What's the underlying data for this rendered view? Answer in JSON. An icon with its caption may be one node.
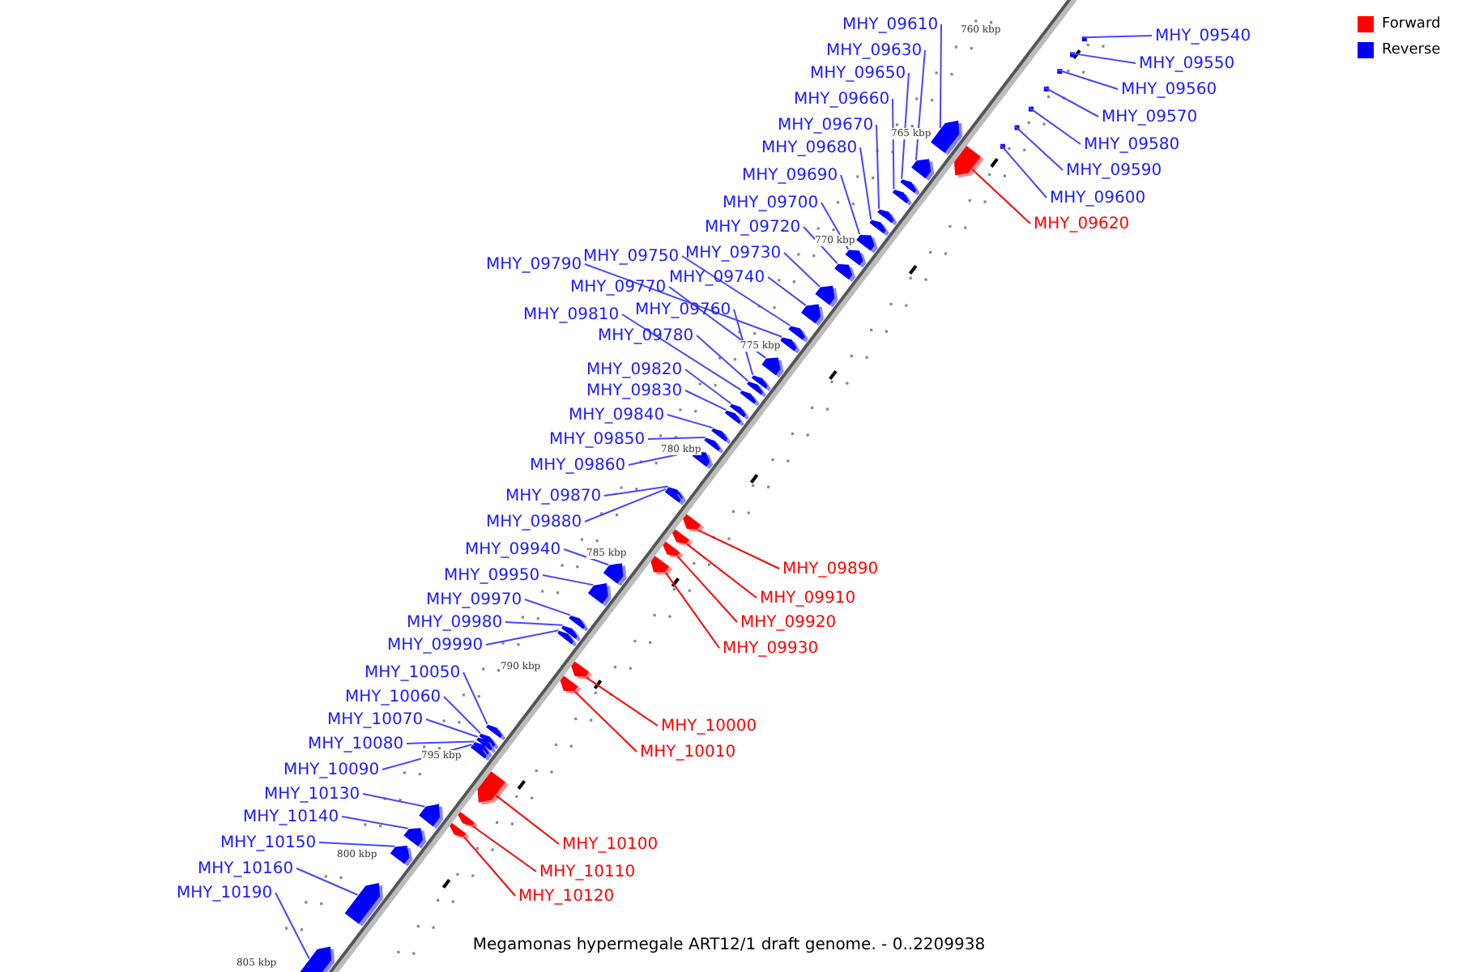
{
  "diagram": {
    "caption": "Megamonas hypermegale ART12/1 draft genome. - 0..2209938",
    "nodes": [
      {
        "text": [
          "MHY_09610"
        ]
      },
      {
        "text": [
          "MHY_09540"
        ]
      },
      {
        "text": [
          "MHY_09630"
        ]
      },
      {
        "text": [
          "MHY_09550"
        ]
      },
      {
        "text": [
          "MHY_09650"
        ]
      },
      {
        "text": [
          "MHY_09560"
        ]
      },
      {
        "text": [
          "MHY_09660"
        ]
      },
      {
        "text": [
          "MHY_09570"
        ]
      },
      {
        "text": [
          "MHY_09670"
        ]
      },
      {
        "text": [
          "MHY_09580"
        ]
      },
      {
        "text": [
          "MHY_09680"
        ]
      },
      {
        "text": [
          "MHY_09590"
        ]
      },
      {
        "text": [
          "MHY_09690"
        ]
      },
      {
        "text": [
          "MHY_09600"
        ]
      },
      {
        "text": [
          "MHY_09700"
        ]
      },
      {
        "text": [
          "MHY_09620"
        ]
      },
      {
        "text": [
          "MHY_09720"
        ]
      },
      {
        "text": [
          "MHY_09730"
        ]
      },
      {
        "text": [
          "MHY_09750"
        ]
      },
      {
        "text": [
          "MHY_09790"
        ]
      },
      {
        "text": [
          "MHY_09740"
        ]
      },
      {
        "text": [
          "MHY_09770"
        ]
      },
      {
        "text": [
          "MHY_09760"
        ]
      },
      {
        "text": [
          "MHY_09810"
        ]
      },
      {
        "text": [
          "MHY_09780"
        ]
      },
      {
        "text": [
          "MHY_09820"
        ]
      },
      {
        "text": [
          "MHY_09830"
        ]
      },
      {
        "text": [
          "MHY_09840"
        ]
      },
      {
        "text": [
          "MHY_09850"
        ]
      },
      {
        "text": [
          "MHY_09860"
        ]
      },
      {
        "text": [
          "MHY_09870"
        ]
      },
      {
        "text": [
          "MHY_09880"
        ]
      },
      {
        "text": [
          "MHY_09890"
        ]
      },
      {
        "text": [
          "MHY_09940"
        ]
      },
      {
        "text": [
          "MHY_09950"
        ]
      },
      {
        "text": [
          "MHY_09910"
        ]
      },
      {
        "text": [
          "MHY_09970"
        ]
      },
      {
        "text": [
          "MHY_09920"
        ]
      },
      {
        "text": [
          "MHY_09980"
        ]
      },
      {
        "text": [
          "MHY_09990"
        ]
      },
      {
        "text": [
          "MHY_09930"
        ]
      },
      {
        "text": [
          "MHY_10050"
        ]
      },
      {
        "text": [
          "MHY_10060"
        ]
      },
      {
        "text": [
          "MHY_10070"
        ]
      },
      {
        "text": [
          "MHY_10000"
        ]
      },
      {
        "text": [
          "MHY_10080"
        ]
      },
      {
        "text": [
          "MHY_10010"
        ]
      },
      {
        "text": [
          "MHY_10090"
        ]
      },
      {
        "text": [
          "MHY_10130"
        ]
      },
      {
        "text": [
          "MHY_10140"
        ]
      },
      {
        "text": [
          "MHY_10150"
        ]
      },
      {
        "text": [
          "MHY_10100"
        ]
      },
      {
        "text": [
          "MHY_10160"
        ]
      },
      {
        "text": [
          "MHY_10110"
        ]
      },
      {
        "text": [
          "MHY_10190"
        ]
      },
      {
        "text": [
          "MHY_10120"
        ]
      },
      {
        "text": [],
        "shape": "arrow"
      },
      {
        "text": [],
        "shape": "square"
      },
      {
        "text": [],
        "shape": "arrow"
      },
      {
        "text": [],
        "shape": "square"
      },
      {
        "text": [],
        "shape": "arrow"
      },
      {
        "text": [],
        "shape": "square"
      },
      {
        "text": [],
        "shape": "arrow"
      },
      {
        "text": [],
        "shape": "square"
      },
      {
        "text": [],
        "shape": "arrow"
      },
      {
        "text": [],
        "shape": "square"
      },
      {
        "text": [],
        "shape": "arrow"
      },
      {
        "text": [],
        "shape": "square"
      },
      {
        "text": [],
        "shape": "arrow"
      },
      {
        "text": [],
        "shape": "square"
      },
      {
        "text": [],
        "shape": "arrow"
      },
      {
        "text": [],
        "shape": "arrow"
      },
      {
        "text": [],
        "shape": "arrow"
      },
      {
        "text": [],
        "shape": "arrow"
      },
      {
        "text": [],
        "shape": "arrow"
      },
      {
        "text": [],
        "shape": "arrow"
      },
      {
        "text": [],
        "shape": "arrow"
      },
      {
        "text": [],
        "shape": "arrow"
      },
      {
        "text": [],
        "shape": "arrow"
      },
      {
        "text": [],
        "shape": "arrow"
      },
      {
        "text": [],
        "shape": "arrow"
      },
      {
        "text": [],
        "shape": "arrow"
      },
      {
        "text": [],
        "shape": "arrow"
      },
      {
        "text": [],
        "shape": "arrow"
      },
      {
        "text": [],
        "shape": "arrow"
      },
      {
        "text": [],
        "shape": "arrow"
      },
      {
        "text": [],
        "shape": "arrow"
      },
      {
        "text": [],
        "shape": "arrow"
      },
      {
        "text": [],
        "shape": "arrow"
      },
      {
        "text": [],
        "shape": "arrow"
      },
      {
        "text": [],
        "shape": "arrow"
      },
      {
        "text": [],
        "shape": "arrow"
      },
      {
        "text": [],
        "shape": "arrow"
      },
      {
        "text": [],
        "shape": "arrow"
      },
      {
        "text": [],
        "shape": "arrow"
      },
      {
        "text": [],
        "shape": "arrow"
      },
      {
        "text": [],
        "shape": "arrow"
      },
      {
        "text": [],
        "shape": "arrow"
      },
      {
        "text": [],
        "shape": "arrow"
      },
      {
        "text": [],
        "shape": "arrow"
      },
      {
        "text": [],
        "shape": "arrow"
      },
      {
        "text": [],
        "shape": "arrow"
      },
      {
        "text": [],
        "shape": "arrow"
      },
      {
        "text": [],
        "shape": "arrow"
      },
      {
        "text": [],
        "shape": "arrow"
      },
      {
        "text": [],
        "shape": "arrow"
      },
      {
        "text": [],
        "shape": "arrow"
      },
      {
        "text": [],
        "shape": "arrow"
      },
      {
        "text": [],
        "shape": "arrow"
      },
      {
        "text": [],
        "shape": "arrow"
      },
      {
        "text": [],
        "shape": "arrow"
      },
      {
        "text": [],
        "shape": "arrow"
      }
    ],
    "edges": [
      {
        "from": 0,
        "to": 56,
        "arrow": "none"
      },
      {
        "from": 1,
        "to": 57,
        "arrow": "none"
      },
      {
        "from": 2,
        "to": 58,
        "arrow": "none"
      },
      {
        "from": 3,
        "to": 59,
        "arrow": "none"
      },
      {
        "from": 4,
        "to": 60,
        "arrow": "none"
      },
      {
        "from": 5,
        "to": 61,
        "arrow": "none"
      },
      {
        "from": 6,
        "to": 62,
        "arrow": "none"
      },
      {
        "from": 7,
        "to": 63,
        "arrow": "none"
      },
      {
        "from": 8,
        "to": 64,
        "arrow": "none"
      },
      {
        "from": 9,
        "to": 65,
        "arrow": "none"
      },
      {
        "from": 10,
        "to": 66,
        "arrow": "none"
      },
      {
        "from": 11,
        "to": 67,
        "arrow": "none"
      },
      {
        "from": 12,
        "to": 68,
        "arrow": "none"
      },
      {
        "from": 13,
        "to": 69,
        "arrow": "none"
      },
      {
        "from": 14,
        "to": 70,
        "arrow": "none"
      },
      {
        "from": 15,
        "to": 71,
        "arrow": "none",
        "color": "#ff0000"
      },
      {
        "from": 16,
        "to": 72,
        "arrow": "none"
      },
      {
        "from": 17,
        "to": 73,
        "arrow": "none"
      },
      {
        "from": 18,
        "to": 74,
        "arrow": "none"
      },
      {
        "from": 19,
        "to": 75,
        "arrow": "none"
      },
      {
        "from": 20,
        "to": 76,
        "arrow": "none"
      },
      {
        "from": 21,
        "to": 77,
        "arrow": "none"
      },
      {
        "from": 22,
        "to": 78,
        "arrow": "none"
      },
      {
        "from": 23,
        "to": 79,
        "arrow": "none"
      },
      {
        "from": 24,
        "to": 80,
        "arrow": "none"
      },
      {
        "from": 25,
        "to": 81,
        "arrow": "none"
      },
      {
        "from": 26,
        "to": 82,
        "arrow": "none"
      },
      {
        "from": 27,
        "to": 83,
        "arrow": "none"
      },
      {
        "from": 28,
        "to": 84,
        "arrow": "none"
      },
      {
        "from": 29,
        "to": 85,
        "arrow": "none"
      },
      {
        "from": 30,
        "to": 86,
        "arrow": "none"
      },
      {
        "from": 31,
        "to": 87,
        "arrow": "none"
      },
      {
        "from": 32,
        "to": 88,
        "arrow": "none",
        "color": "#ff0000"
      },
      {
        "from": 33,
        "to": 89,
        "arrow": "none"
      },
      {
        "from": 34,
        "to": 90,
        "arrow": "none"
      },
      {
        "from": 35,
        "to": 91,
        "arrow": "none",
        "color": "#ff0000"
      },
      {
        "from": 36,
        "to": 92,
        "arrow": "none"
      },
      {
        "from": 37,
        "to": 93,
        "arrow": "none",
        "color": "#ff0000"
      },
      {
        "from": 38,
        "to": 94,
        "arrow": "none"
      },
      {
        "from": 39,
        "to": 95,
        "arrow": "none"
      },
      {
        "from": 40,
        "to": 96,
        "arrow": "none",
        "color": "#ff0000"
      },
      {
        "from": 41,
        "to": 97,
        "arrow": "none"
      },
      {
        "from": 42,
        "to": 98,
        "arrow": "none"
      },
      {
        "from": 43,
        "to": 99,
        "arrow": "none"
      },
      {
        "from": 44,
        "to": 100,
        "arrow": "none",
        "color": "#ff0000"
      },
      {
        "from": 45,
        "to": 101,
        "arrow": "none"
      },
      {
        "from": 46,
        "to": 102,
        "arrow": "none",
        "color": "#ff0000"
      },
      {
        "from": 47,
        "to": 103,
        "arrow": "none"
      },
      {
        "from": 48,
        "to": 104,
        "arrow": "none"
      },
      {
        "from": 49,
        "to": 105,
        "arrow": "none"
      },
      {
        "from": 50,
        "to": 106,
        "arrow": "none"
      },
      {
        "from": 51,
        "to": 107,
        "arrow": "none",
        "color": "#ff0000"
      },
      {
        "from": 52,
        "to": 108,
        "arrow": "none"
      },
      {
        "from": 53,
        "to": 109,
        "arrow": "none",
        "color": "#ff0000"
      },
      {
        "from": 54,
        "to": 110,
        "arrow": "none"
      },
      {
        "from": 55,
        "to": 111,
        "arrow": "none",
        "color": "#ff0000"
      }
    ],
    "labels": [
      "760 kbp",
      "765 kbp",
      "770 kbp",
      "775 kbp",
      "780 kbp",
      "785 kbp",
      "790 kbp",
      "795 kbp",
      "800 kbp",
      "805 kbp"
    ],
    "legend": [
      {
        "text": "Forward",
        "color": "#ff0000"
      },
      {
        "text": "Reverse",
        "color": "#0000ff"
      }
    ]
  }
}
